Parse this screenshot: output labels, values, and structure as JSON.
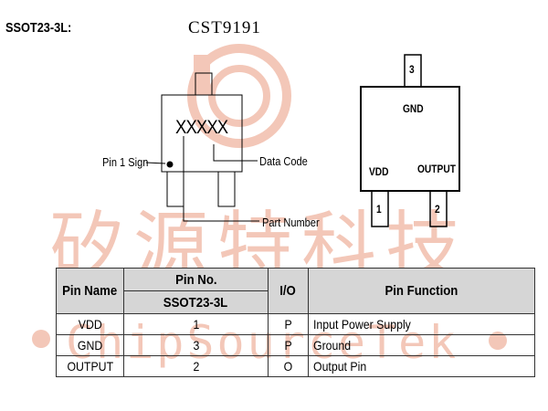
{
  "package_label": "SSOT23-3L:",
  "part_title": "CST9191",
  "marking_diagram": {
    "marking_text": "XXXXX",
    "pin1_sign_label": "Pin 1 Sign",
    "data_code_label": "Data Code",
    "part_number_label": "Part Number"
  },
  "pinout_diagram": {
    "pin_top_number": "3",
    "pin_top_name": "GND",
    "pin_left_name": "VDD",
    "pin_right_name": "OUTPUT",
    "pin_left_number": "1",
    "pin_right_number": "2"
  },
  "watermark": {
    "chinese_text": "矽源特科技",
    "latin_text": "ChipSourceTek"
  },
  "table": {
    "headers": {
      "pin_name": "Pin Name",
      "pin_no": "Pin No.",
      "pin_no_sub": "SSOT23-3L",
      "io": "I/O",
      "pin_function": "Pin Function"
    },
    "rows": [
      {
        "name": "VDD",
        "no": "1",
        "io": "P",
        "func": "Input Power Supply"
      },
      {
        "name": "GND",
        "no": "3",
        "io": "P",
        "func": "Ground"
      },
      {
        "name": "OUTPUT",
        "no": "2",
        "io": "O",
        "func": "Output Pin"
      }
    ]
  },
  "colors": {
    "watermark": "#f3c7b8",
    "lines": "#000000",
    "table_header_bg": "#d6d6d6"
  }
}
